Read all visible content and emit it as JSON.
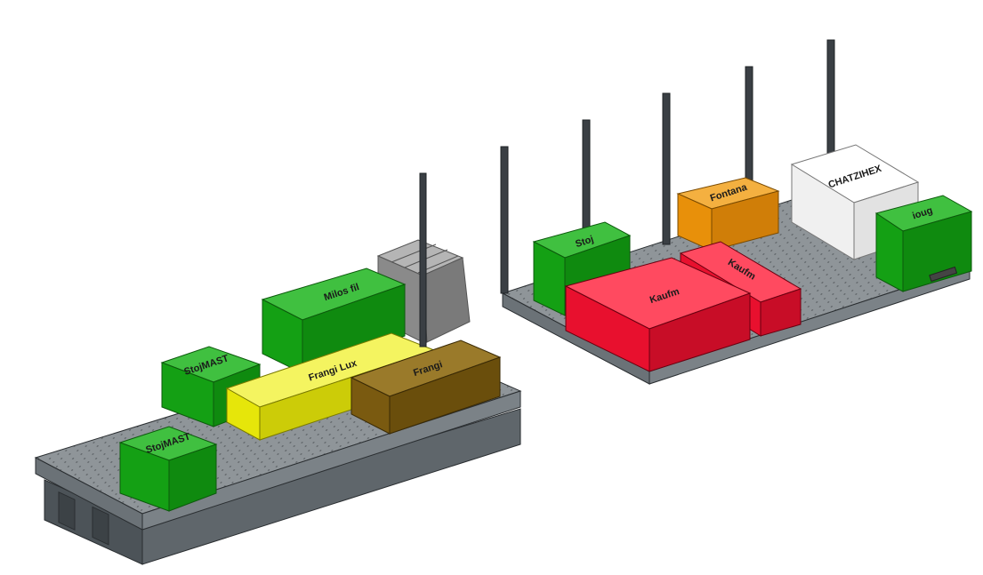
{
  "colors": {
    "background": "#ffffff",
    "bench_top": "#8f9599",
    "bench_side": "#5f666b",
    "bench_front": "#4c5358",
    "green": "#14a014",
    "red": "#e8102e",
    "yellow": "#e6e60a",
    "orange": "#e8900a",
    "brown": "#7a5a10",
    "white": "#f4f4f4",
    "post": "#3a3f44"
  },
  "left_bench": {
    "blocks": [
      {
        "id": "stojmast-back",
        "label": "StojMAST",
        "color": "green"
      },
      {
        "id": "milos",
        "label": "Milos  fil",
        "color": "green"
      },
      {
        "id": "frangi-lux",
        "label": "Frangi  Lux",
        "color": "yellow"
      },
      {
        "id": "frangi",
        "label": "Frangi",
        "color": "brown"
      },
      {
        "id": "stojmast-front",
        "label": "StojMAST",
        "color": "green"
      }
    ]
  },
  "right_bench": {
    "blocks": [
      {
        "id": "stoj",
        "label": "Stoj",
        "color": "green"
      },
      {
        "id": "fontana",
        "label": "Fontana",
        "color": "orange"
      },
      {
        "id": "chatzihex",
        "label": "CHATZIHEX",
        "color": "white"
      },
      {
        "id": "ioug",
        "label": "ioug",
        "color": "green"
      },
      {
        "id": "kaufm-small",
        "label": "Kaufm",
        "color": "red"
      },
      {
        "id": "kaufm-large",
        "label": "Kaufm",
        "color": "red"
      }
    ]
  }
}
